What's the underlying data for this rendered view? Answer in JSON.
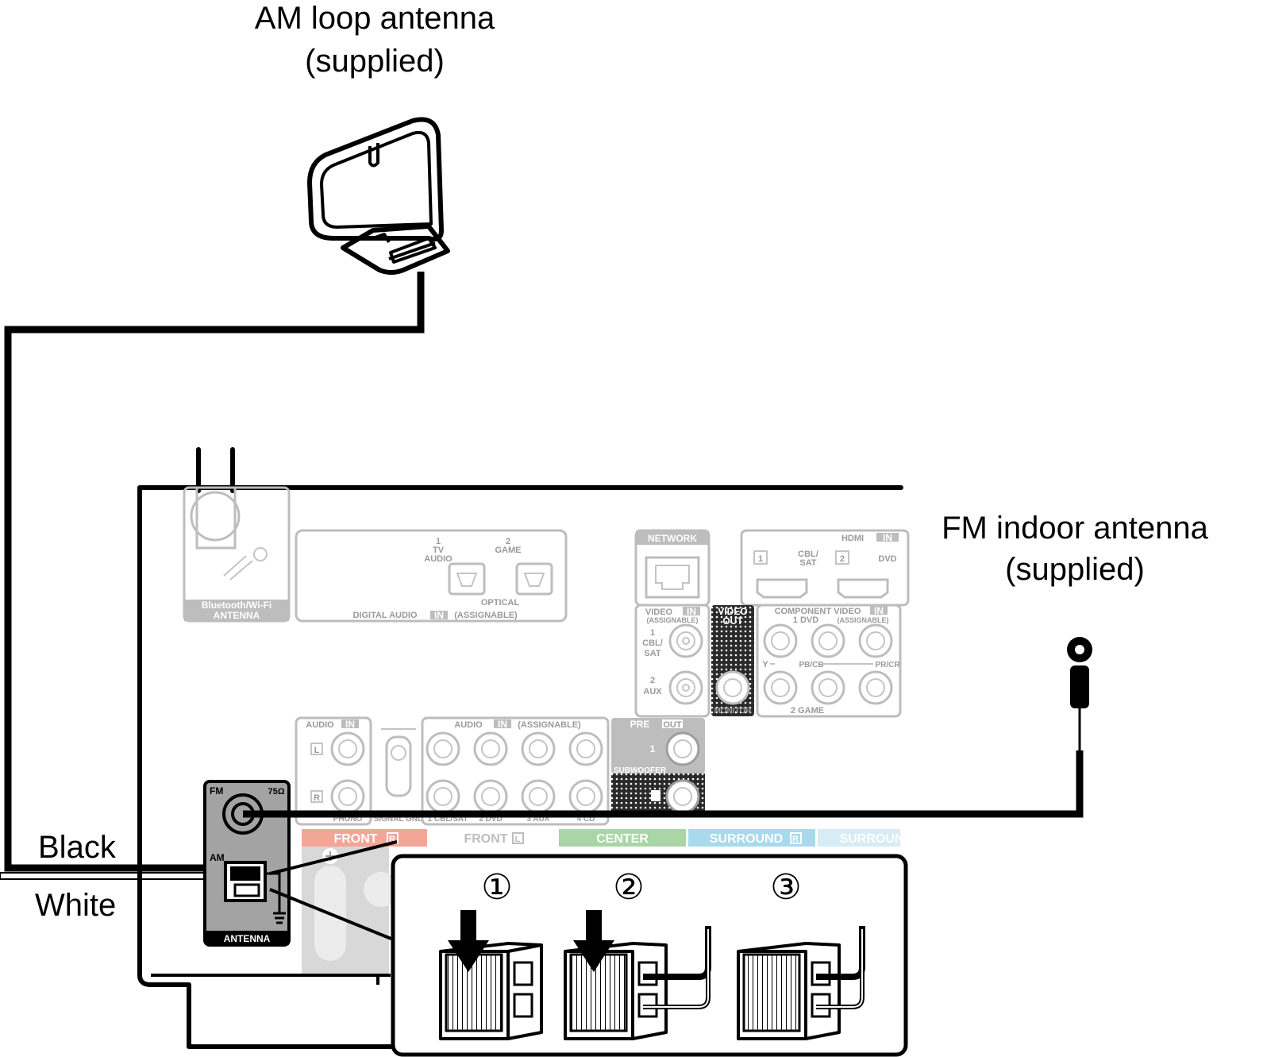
{
  "labels": {
    "am_antenna_line1": "AM loop antenna",
    "am_antenna_line2": "(supplied)",
    "fm_antenna_line1": "FM indoor antenna",
    "fm_antenna_line2": "(supplied)",
    "black": "Black",
    "white": "White"
  },
  "panel": {
    "bt_antenna_line1": "Bluetooth/Wi-Fi",
    "bt_antenna_line2": "ANTENNA",
    "digital_audio": "DIGITAL AUDIO",
    "in": "IN",
    "assignable": "(ASSIGNABLE)",
    "optical": "OPTICAL",
    "tv_audio_num": "1",
    "tv_audio_line1": "TV",
    "tv_audio_line2": "AUDIO",
    "game_num": "2",
    "game": "GAME",
    "network": "NETWORK",
    "hdmi": "HDMI",
    "hdmi_1": "1",
    "hdmi_1_line1": "CBL/",
    "hdmi_1_line2": "SAT",
    "hdmi_2": "2",
    "hdmi_2_label": "DVD",
    "video": "VIDEO",
    "video_out_line1": "VIDEO",
    "video_out_line2": "OUT",
    "monitor": "MONITOR",
    "component_video": "COMPONENT VIDEO",
    "dvd_1": "1 DVD",
    "game_2": "2 GAME",
    "y": "Y",
    "pb_cb": "PB/CB",
    "pr_cr": "PR/CR",
    "cbl_sat_num": "1",
    "cbl_sat_line1": "CBL/",
    "cbl_sat_line2": "SAT",
    "aux_num": "2",
    "aux": "AUX",
    "audio": "AUDIO",
    "pre": "PRE",
    "out": "OUT",
    "pre_out_1": "1",
    "subwoofer": "SUBWOOFER",
    "phono": "PHONO",
    "signal_gnd": "SIGNAL GND",
    "audio_in_1": "1 CBL/SAT",
    "audio_in_2": "2 DVD",
    "audio_in_3": "3 AUX",
    "audio_in_4": "4 CD",
    "l": "L",
    "r": "R",
    "front_r": "FRONT",
    "front_l": "FRONT",
    "center": "CENTER",
    "surround_r": "SURROUND",
    "surround_l": "SURROUN",
    "fm": "FM",
    "ohm": "75Ω",
    "am": "AM",
    "antenna": "ANTENNA"
  },
  "steps": [
    "①",
    "②",
    "③"
  ],
  "colors": {
    "front_band": "#f3a596",
    "center_band": "#a9d5a7",
    "surround_band": "#a8d9ec",
    "surround_l_band": "#d7ecf5",
    "panel_grey": "#bdbdbd",
    "terminal_grey": "#9e9e9e"
  }
}
